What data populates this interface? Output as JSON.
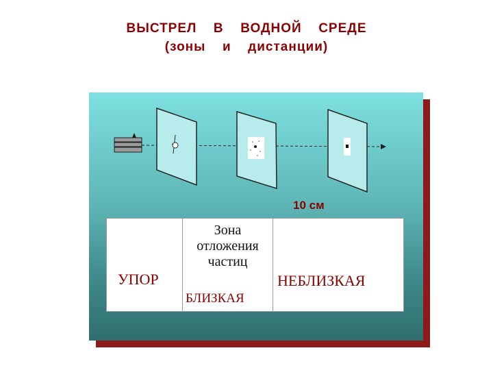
{
  "header": {
    "title": "ВЫСТРЕЛ  В  ВОДНОЙ  СРЕДЕ",
    "subtitle": "(зоны  и  дистанции)"
  },
  "diagram": {
    "distance_label": "10 см",
    "zones": {
      "contact": "УПОР",
      "deposit_line1": "Зона",
      "deposit_line2": "отложения",
      "deposit_line3": "частиц",
      "close": "БЛИЗКАЯ",
      "far": "НЕБЛИЗКАЯ"
    }
  },
  "colors": {
    "title": "#8b0000",
    "panel_top": "#7ee0e0",
    "panel_bottom": "#2f6e6e",
    "panel_shadow": "#8c1a1a",
    "zone_text": "#8b0000"
  },
  "icons": {
    "weapon": "gun-barrel-icon",
    "targets": "target-plane-icon"
  }
}
